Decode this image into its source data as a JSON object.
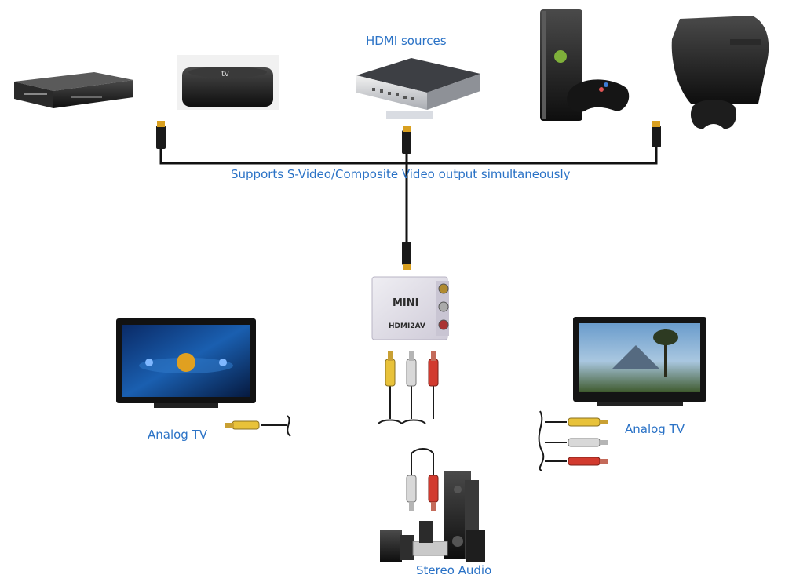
{
  "labels": {
    "hdmi_sources": "HDMI sources",
    "supports": "Supports S-Video/Composite Video output simultaneously",
    "analog_tv_left": "Analog TV",
    "analog_tv_right": "Analog TV",
    "stereo_audio": "Stereo Audio"
  },
  "converter": {
    "brand": "MINI",
    "model": "HDMI2AV"
  },
  "colors": {
    "label_text": "#2a72c6",
    "cable": "#111111",
    "connector_gold": "#d9a020",
    "rca_yellow": "#e8c23a",
    "rca_white": "#d8d8d8",
    "rca_red": "#d23a2e",
    "converter_body": "#e4e1ea"
  },
  "icons": [
    "dvd-player-icon",
    "apple-tv-icon",
    "hdmi-switch-icon",
    "xbox-360-icon",
    "playstation-3-icon",
    "crt-flat-tv-icon",
    "speaker-system-icon"
  ]
}
